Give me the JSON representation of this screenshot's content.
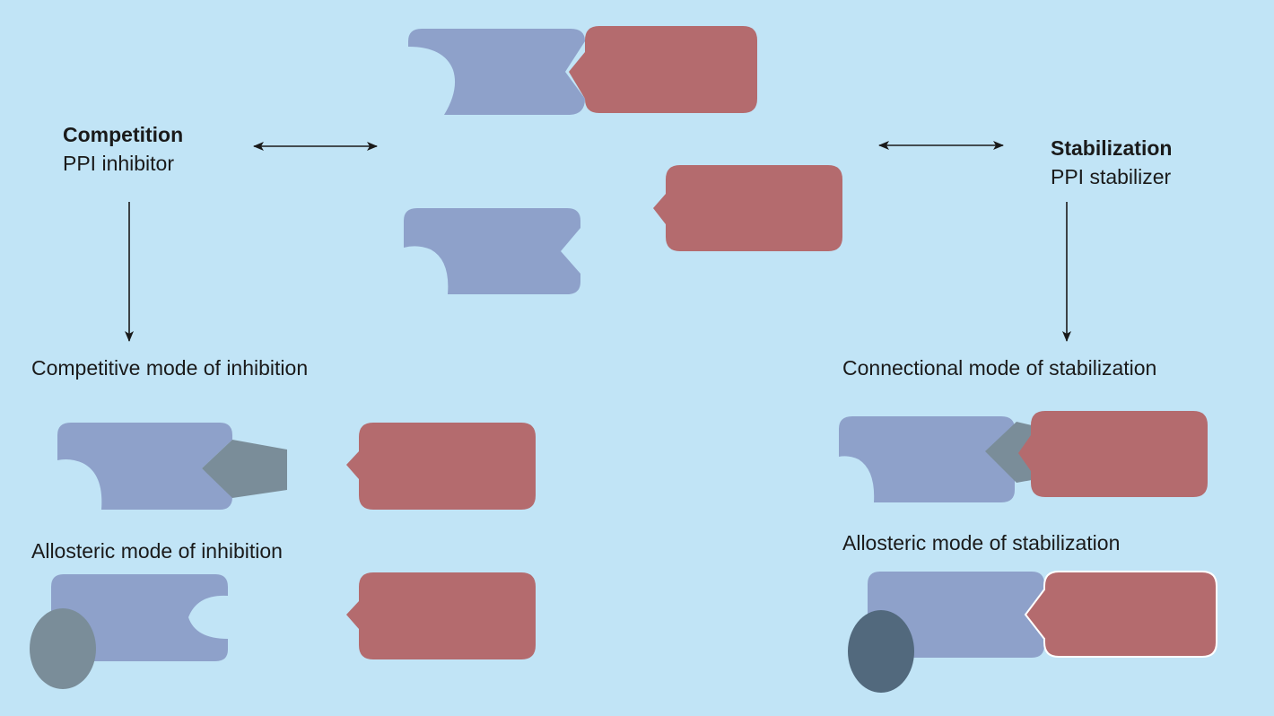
{
  "colors": {
    "background": "#c1e4f6",
    "protein_a": "#8ea1ca",
    "protein_b": "#b46b6e",
    "inhibitor": "#7a8d99",
    "stabilizer_allosteric": "#52697d",
    "arrow": "#1a1a1a"
  },
  "left": {
    "title": "Competition",
    "subtitle": "PPI inhibitor",
    "mode1": "Competitive mode of inhibition",
    "mode2": "Allosteric mode of inhibition"
  },
  "right": {
    "title": "Stabilization",
    "subtitle": "PPI stabilizer",
    "mode1": "Connectional mode of stabilization",
    "mode2": "Allosteric mode of stabilization"
  }
}
